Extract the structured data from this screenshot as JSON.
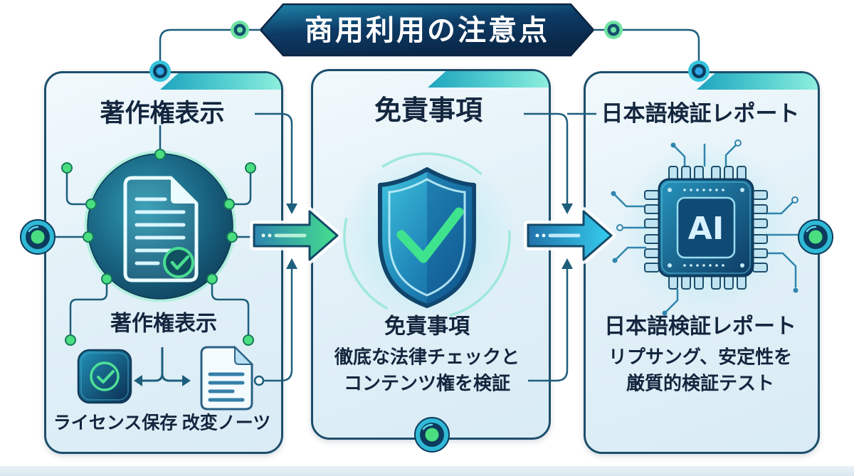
{
  "title": "商用利用の注意点",
  "colors": {
    "banner_navy": "#0a2a4e",
    "banner_teal": "#1e85aa",
    "panel_border": "#1d4e6b",
    "accent_teal": "#1ea4bf",
    "accent_aqua": "#8deedd",
    "connector_line": "#1d5e7d",
    "node_green": "#4ade80",
    "arrow1_gradient_end": "#46e08e",
    "arrow2_gradient_end": "#35cdef",
    "text_navy": "#13263e"
  },
  "panels": [
    {
      "header": "著作権表示",
      "icon": "document-check-icon",
      "caption": "著作権表示",
      "items": [
        {
          "icon": "license-check-icon",
          "label": "ライセンス保存"
        },
        {
          "icon": "modification-notes-icon",
          "label": "改変ノーツ"
        }
      ]
    },
    {
      "header": "免責事項",
      "icon": "shield-check-icon",
      "caption": "免責事項",
      "description": [
        "徹底な法律チェックと",
        "コンテンツ権を検証"
      ]
    },
    {
      "header": "日本語検証レポート",
      "icon": "ai-chip-icon",
      "chip_label": "AI",
      "caption": "日本語検証レポート",
      "description": [
        "リプサング、安定性を",
        "厳質的検証テスト"
      ]
    }
  ]
}
